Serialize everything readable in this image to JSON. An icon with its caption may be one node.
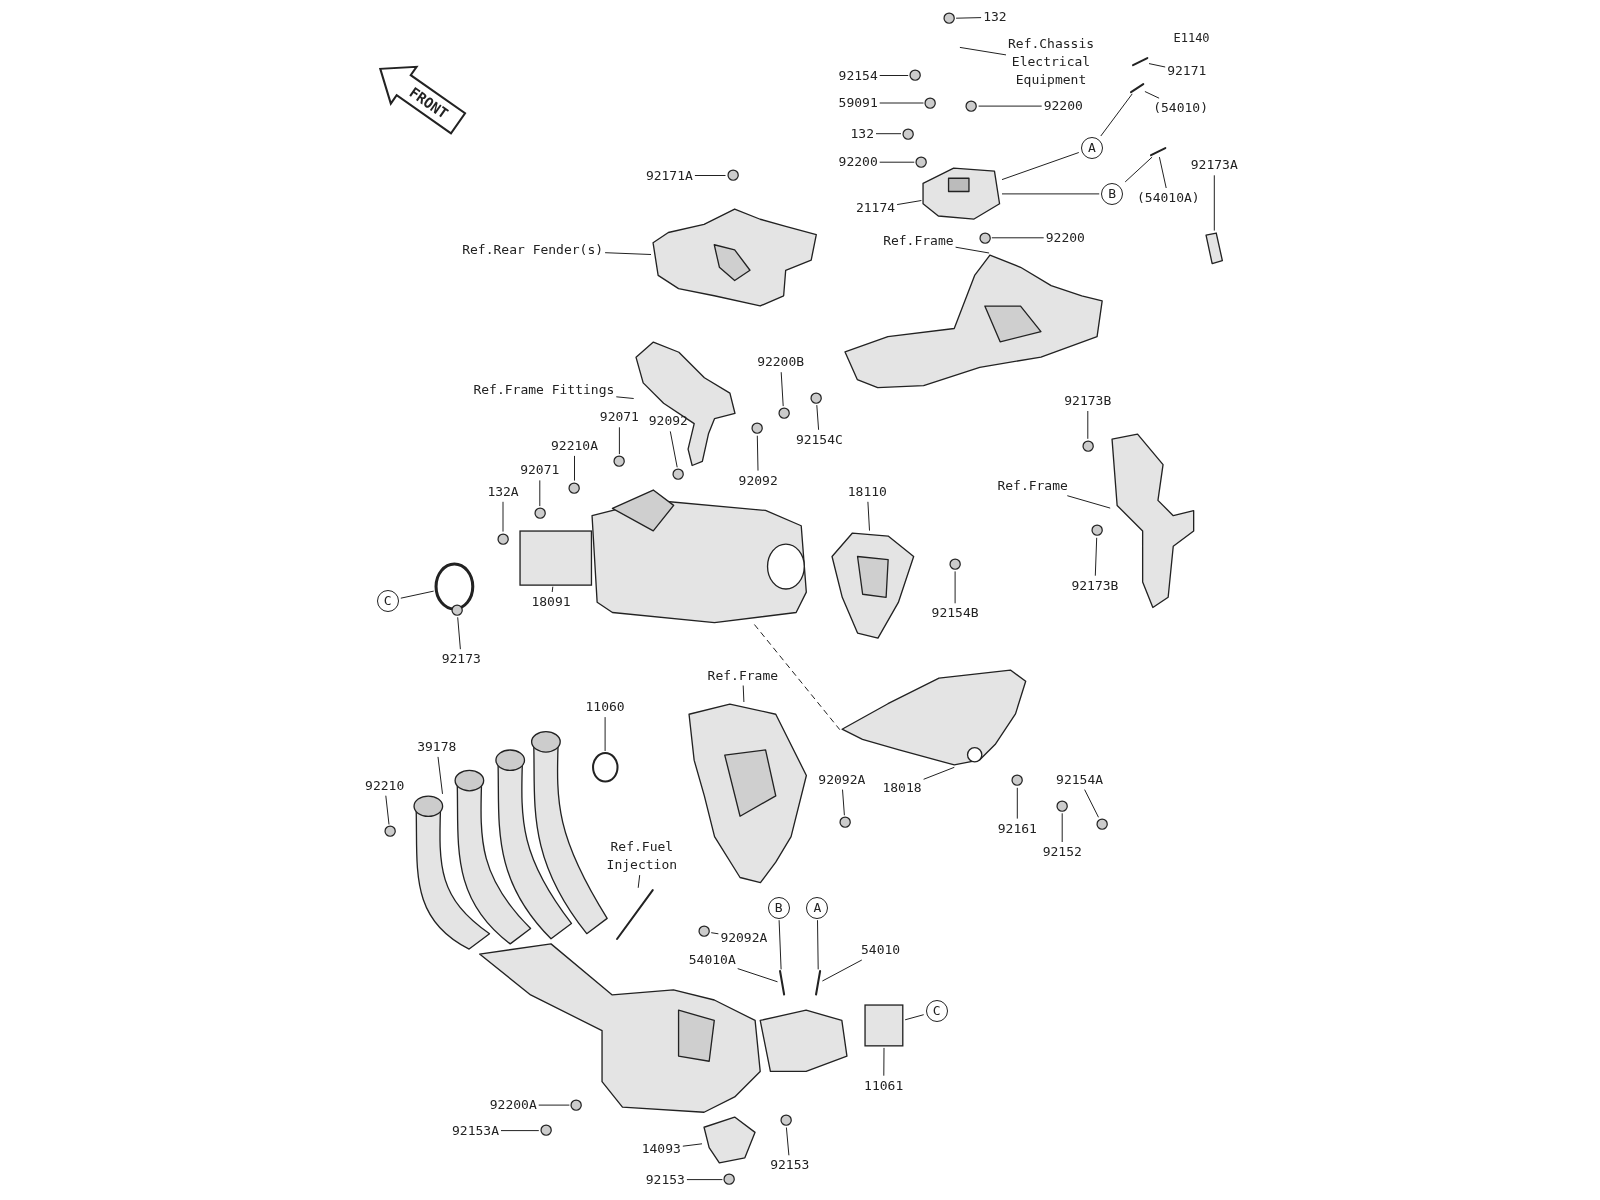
{
  "diagram": {
    "nodes": [
      {
        "text": [
          "132"
        ]
      },
      {
        "text": [
          "Ref.Chassis Electrical Equipment"
        ]
      },
      {
        "text": [
          "92171"
        ]
      },
      {
        "text": [
          "92154"
        ]
      },
      {
        "text": [
          "59091"
        ]
      },
      {
        "text": [
          "92200"
        ]
      },
      {
        "text": [
          "(54010)"
        ]
      },
      {
        "text": [
          "A"
        ]
      },
      {
        "text": [
          "132"
        ]
      },
      {
        "text": [
          "92200"
        ]
      },
      {
        "text": [
          "B"
        ]
      },
      {
        "text": [
          "(54010A)"
        ]
      },
      {
        "text": [
          "92173A"
        ]
      },
      {
        "text": [
          "92171A"
        ]
      },
      {
        "text": [
          "21174"
        ]
      },
      {
        "text": [
          "Ref.Rear Fender(s)"
        ]
      },
      {
        "text": [
          "92200"
        ]
      },
      {
        "text": [
          "Ref.Frame"
        ]
      },
      {
        "text": [
          "Ref.Frame Fittings"
        ]
      },
      {
        "text": [
          "92200B"
        ]
      },
      {
        "text": [
          "92154C"
        ]
      },
      {
        "text": [
          "92071"
        ]
      },
      {
        "text": [
          "92092"
        ]
      },
      {
        "text": [
          "92210A"
        ]
      },
      {
        "text": [
          "92092"
        ]
      },
      {
        "text": [
          "92071"
        ]
      },
      {
        "text": [
          "132A"
        ]
      },
      {
        "text": [
          "18110"
        ]
      },
      {
        "text": [
          "92173B"
        ]
      },
      {
        "text": [
          "Ref.Frame"
        ]
      },
      {
        "text": [
          "92173B"
        ]
      },
      {
        "text": [
          "C"
        ]
      },
      {
        "text": [
          "18091"
        ]
      },
      {
        "text": [
          "92154B"
        ]
      },
      {
        "text": [
          "92173"
        ]
      },
      {
        "text": [
          "Ref.Frame"
        ]
      },
      {
        "text": [
          "11060"
        ]
      },
      {
        "text": [
          "39178"
        ]
      },
      {
        "text": [
          "92210"
        ]
      },
      {
        "text": [
          "18018"
        ]
      },
      {
        "text": [
          "92092A"
        ]
      },
      {
        "text": [
          "92161"
        ]
      },
      {
        "text": [
          "92154A"
        ]
      },
      {
        "text": [
          "92152"
        ]
      },
      {
        "text": [
          "Ref.Fuel Injection"
        ]
      },
      {
        "text": [
          "B"
        ]
      },
      {
        "text": [
          "A"
        ]
      },
      {
        "text": [
          "92092A"
        ]
      },
      {
        "text": [
          "54010A"
        ]
      },
      {
        "text": [
          "54010"
        ]
      },
      {
        "text": [
          "C"
        ]
      },
      {
        "text": [
          "11061"
        ]
      },
      {
        "text": [
          "92200A"
        ]
      },
      {
        "text": [
          "92153A"
        ]
      },
      {
        "text": [
          "14093"
        ]
      },
      {
        "text": [
          "92153"
        ]
      },
      {
        "text": [
          "92153"
        ]
      },
      {
        "text": [],
        "shape": "picture"
      },
      {
        "text": [],
        "shape": "picture"
      },
      {
        "text": [],
        "shape": "box"
      },
      {
        "text": [],
        "shape": "picture"
      },
      {
        "text": [],
        "shape": "picture"
      },
      {
        "text": [],
        "shape": "picture"
      },
      {
        "text": [],
        "shape": "picture"
      },
      {
        "text": [],
        "shape": "picture"
      },
      {
        "text": [],
        "shape": "circle"
      },
      {
        "text": [],
        "shape": "picture"
      },
      {
        "text": [],
        "shape": "picture"
      },
      {
        "text": [],
        "shape": "picture"
      },
      {
        "text": [],
        "shape": "box"
      },
      {
        "text": [],
        "shape": "circle"
      },
      {
        "text": [],
        "shape": "picture"
      },
      {
        "text": [],
        "shape": "picture"
      },
      {
        "text": [],
        "shape": "picture"
      },
      {
        "text": [],
        "shape": "picture"
      },
      {
        "text": [],
        "shape": "picture"
      },
      {
        "text": [],
        "shape": "picture"
      },
      {
        "text": [],
        "shape": "picture"
      },
      {
        "text": [],
        "shape": "picture"
      },
      {
        "text": [],
        "shape": "circle"
      },
      {
        "text": [],
        "shape": "circle"
      },
      {
        "text": [],
        "shape": "circle"
      },
      {
        "text": [],
        "shape": "circle"
      },
      {
        "text": [],
        "shape": "circle"
      },
      {
        "text": [],
        "shape": "circle"
      },
      {
        "text": [],
        "shape": "circle"
      },
      {
        "text": [],
        "shape": "circle"
      },
      {
        "text": [],
        "shape": "circle"
      },
      {
        "text": [],
        "shape": "circle"
      },
      {
        "text": [],
        "shape": "circle"
      },
      {
        "text": [],
        "shape": "circle"
      },
      {
        "text": [],
        "shape": "circle"
      },
      {
        "text": [],
        "shape": "circle"
      },
      {
        "text": [],
        "shape": "circle"
      },
      {
        "text": [],
        "shape": "circle"
      },
      {
        "text": [],
        "shape": "circle"
      },
      {
        "text": [],
        "shape": "circle"
      },
      {
        "text": [],
        "shape": "circle"
      },
      {
        "text": [],
        "shape": "circle"
      },
      {
        "text": [],
        "shape": "circle"
      },
      {
        "text": [],
        "shape": "circle"
      },
      {
        "text": [],
        "shape": "circle"
      },
      {
        "text": [],
        "shape": "circle"
      },
      {
        "text": [],
        "shape": "circle"
      },
      {
        "text": [],
        "shape": "circle"
      },
      {
        "text": [],
        "shape": "circle"
      },
      {
        "text": [],
        "shape": "circle"
      },
      {
        "text": [],
        "shape": "circle"
      },
      {
        "text": [],
        "shape": "circle"
      }
    ],
    "edges": [
      {
        "from": 0,
        "to": 79,
        "arrow": "none"
      },
      {
        "from": 1,
        "to": null,
        "arrow": "none"
      },
      {
        "from": 2,
        "to": 75,
        "arrow": "none"
      },
      {
        "from": 3,
        "to": 80,
        "arrow": "none"
      },
      {
        "from": 4,
        "to": 81,
        "arrow": "none"
      },
      {
        "from": 5,
        "to": 82,
        "arrow": "none"
      },
      {
        "from": 6,
        "to": 76,
        "arrow": "none"
      },
      {
        "from": 7,
        "to": 76,
        "arrow": "none"
      },
      {
        "from": 7,
        "to": 63,
        "arrow": "none"
      },
      {
        "from": 8,
        "to": 83,
        "arrow": "none"
      },
      {
        "from": 9,
        "to": 84,
        "arrow": "none"
      },
      {
        "from": 10,
        "to": 77,
        "arrow": "none"
      },
      {
        "from": 10,
        "to": 63,
        "arrow": "none"
      },
      {
        "from": 11,
        "to": 77,
        "arrow": "none"
      },
      {
        "from": 12,
        "to": 72,
        "arrow": "none"
      },
      {
        "from": 13,
        "to": 86,
        "arrow": "none"
      },
      {
        "from": 14,
        "to": 63,
        "arrow": "none"
      },
      {
        "from": 15,
        "to": 60,
        "arrow": "none"
      },
      {
        "from": 16,
        "to": 85,
        "arrow": "none"
      },
      {
        "from": 17,
        "to": 62,
        "arrow": "none"
      },
      {
        "from": 18,
        "to": 61,
        "arrow": "none"
      },
      {
        "from": 19,
        "to": 87,
        "arrow": "none"
      },
      {
        "from": 20,
        "to": 88,
        "arrow": "none"
      },
      {
        "from": 21,
        "to": 89,
        "arrow": "none"
      },
      {
        "from": 22,
        "to": 90,
        "arrow": "none"
      },
      {
        "from": 23,
        "to": 91,
        "arrow": "none"
      },
      {
        "from": 24,
        "to": 92,
        "arrow": "none"
      },
      {
        "from": 25,
        "to": 93,
        "arrow": "none"
      },
      {
        "from": 26,
        "to": 94,
        "arrow": "none"
      },
      {
        "from": 27,
        "to": 64,
        "arrow": "none"
      },
      {
        "from": 28,
        "to": 95,
        "arrow": "none"
      },
      {
        "from": 29,
        "to": 66,
        "arrow": "none"
      },
      {
        "from": 30,
        "to": 96,
        "arrow": "none"
      },
      {
        "from": 31,
        "to": 65,
        "arrow": "none"
      },
      {
        "from": 32,
        "to": 59,
        "arrow": "none"
      },
      {
        "from": 33,
        "to": 98,
        "arrow": "none"
      },
      {
        "from": 34,
        "to": 97,
        "arrow": "none"
      },
      {
        "from": 35,
        "to": 67,
        "arrow": "none"
      },
      {
        "from": 36,
        "to": 70,
        "arrow": "none"
      },
      {
        "from": 37,
        "to": 68,
        "arrow": "none"
      },
      {
        "from": 38,
        "to": 99,
        "arrow": "none"
      },
      {
        "from": 39,
        "to": 58,
        "arrow": "none"
      },
      {
        "from": 40,
        "to": 100,
        "arrow": "none"
      },
      {
        "from": 41,
        "to": 101,
        "arrow": "none"
      },
      {
        "from": 42,
        "to": 102,
        "arrow": "none"
      },
      {
        "from": 43,
        "to": 103,
        "arrow": "none"
      },
      {
        "from": 44,
        "to": 78,
        "arrow": "none"
      },
      {
        "from": 45,
        "to": 73,
        "arrow": "none"
      },
      {
        "from": 46,
        "to": 74,
        "arrow": "none"
      },
      {
        "from": 47,
        "to": 104,
        "arrow": "none"
      },
      {
        "from": 48,
        "to": 73,
        "arrow": "none"
      },
      {
        "from": 49,
        "to": 74,
        "arrow": "none"
      },
      {
        "from": 50,
        "to": 69,
        "arrow": "none"
      },
      {
        "from": 51,
        "to": 69,
        "arrow": "none"
      },
      {
        "from": 52,
        "to": 105,
        "arrow": "none"
      },
      {
        "from": 53,
        "to": 106,
        "arrow": "none"
      },
      {
        "from": 54,
        "to": 71,
        "arrow": "none"
      },
      {
        "from": 55,
        "to": 107,
        "arrow": "none"
      },
      {
        "from": 56,
        "to": 108,
        "arrow": "none"
      },
      {
        "from": 57,
        "to": 58,
        "arrow": "none",
        "style": "dashed"
      }
    ],
    "labels": [
      "E1140",
      "FRONT"
    ]
  }
}
